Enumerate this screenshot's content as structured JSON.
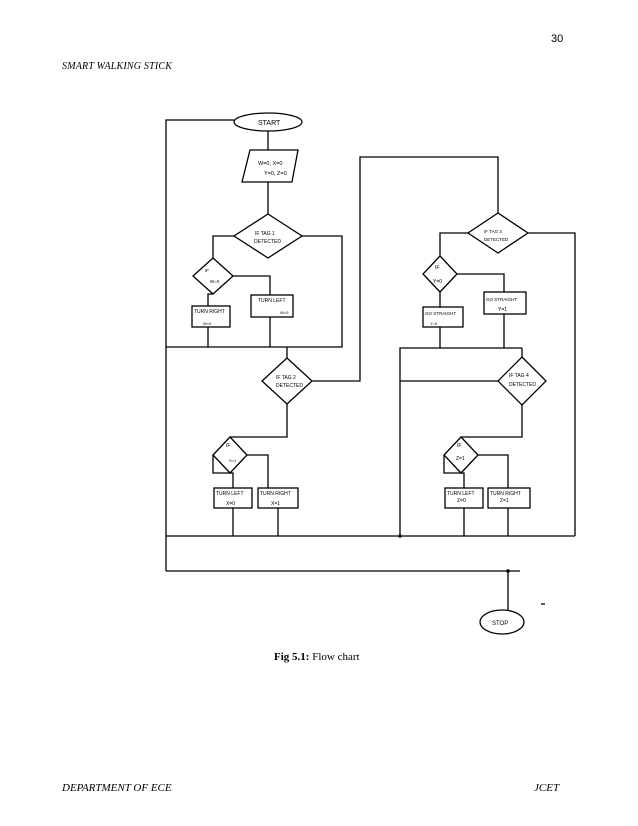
{
  "header": {
    "page_number": "30",
    "title": "SMART WALKING STICK"
  },
  "figure": {
    "caption_prefix": "Fig 5.1:",
    "caption_text": " Flow chart",
    "nodes": {
      "start": "START",
      "init_line1": "W=0, X=0",
      "init_line2": "Y=0, Z=0",
      "tag1_line1": "IF TAG 1",
      "tag1_line2": "DETECTED",
      "if_w_line1": "IF",
      "if_w_line2": "W=0",
      "turn_right_w": "TURN RIGHT",
      "turn_right_w_val": "W=0",
      "turn_left_w": "TURN LEFT",
      "turn_left_w_val": "W=0",
      "tag2_line1": "IF TAG 2",
      "tag2_line2": "DETECTED",
      "if_x_line1": "IF",
      "if_x_line2": "X=1",
      "turn_left_x": "TURN LEFT",
      "turn_left_x_val": "X=0",
      "turn_right_x": "TURN RIGHT",
      "turn_right_x_val": "X=1",
      "tag3_line1": "IF TAG 3",
      "tag3_line2": "DETECTED",
      "if_y_line1": "IF",
      "if_y_line2": "Y=0",
      "go_straight_left": "GO STRAIGHT",
      "go_straight_left_val": "Y=0",
      "go_straight_right": "GO STRAIGHT",
      "go_straight_right_val": "Y=1",
      "tag4_line1": "IF TAG 4",
      "tag4_line2": "DETECTED",
      "if_z_line1": "IF",
      "if_z_line2": "Z=1",
      "turn_left_z": "TURN LEFT",
      "turn_left_z_val": "Z=0",
      "turn_right_z": "TURN RIGHT",
      "turn_right_z_val": "Z=1",
      "stop": "STOP"
    }
  },
  "footer": {
    "left": "DEPARTMENT OF ECE",
    "right": "JCET"
  }
}
